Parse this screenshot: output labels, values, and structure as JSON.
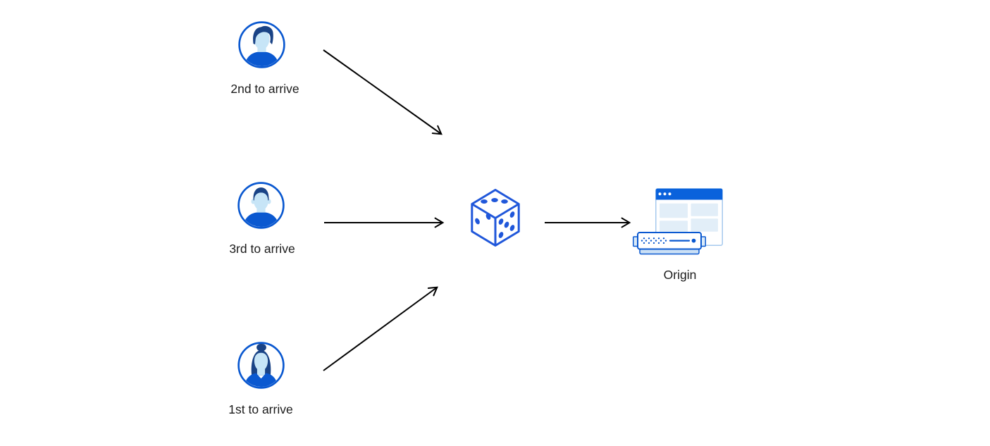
{
  "diagram": {
    "title": "",
    "clients": [
      {
        "id": "client-2nd",
        "label": "2nd to arrive",
        "avatar_icon": "person-avatar-man-swept-hair-icon"
      },
      {
        "id": "client-3rd",
        "label": "3rd to arrive",
        "avatar_icon": "person-avatar-man-short-hair-icon"
      },
      {
        "id": "client-1st",
        "label": "1st to arrive",
        "avatar_icon": "person-avatar-woman-bun-hair-icon"
      }
    ],
    "center_node": {
      "id": "randomizer",
      "icon": "dice-icon",
      "dice_pips": {
        "top_face": 3,
        "left_face": 2,
        "right_face": 5
      }
    },
    "origin_node": {
      "id": "origin",
      "label": "Origin",
      "icon": "browser-and-server-icon"
    },
    "arrows": [
      {
        "from": "2nd to arrive",
        "to": "dice"
      },
      {
        "from": "3rd to arrive",
        "to": "dice"
      },
      {
        "from": "1st to arrive",
        "to": "dice"
      },
      {
        "from": "dice",
        "to": "Origin"
      }
    ],
    "colors": {
      "background": "#ffffff",
      "arrow": "#000000",
      "label_text": "#1b1b1b",
      "primary_blue": "#0A58D0",
      "dice_blue": "#2057DA",
      "hair_dark_blue": "#1A4386",
      "skin_light_blue": "#C7E5F7",
      "browser_titlebar_blue": "#0A62DC",
      "panel_light_blue": "#E2EEF8",
      "server_base_blue": "#CBE0F5",
      "window_border_blue": "#A6C9EE"
    }
  }
}
